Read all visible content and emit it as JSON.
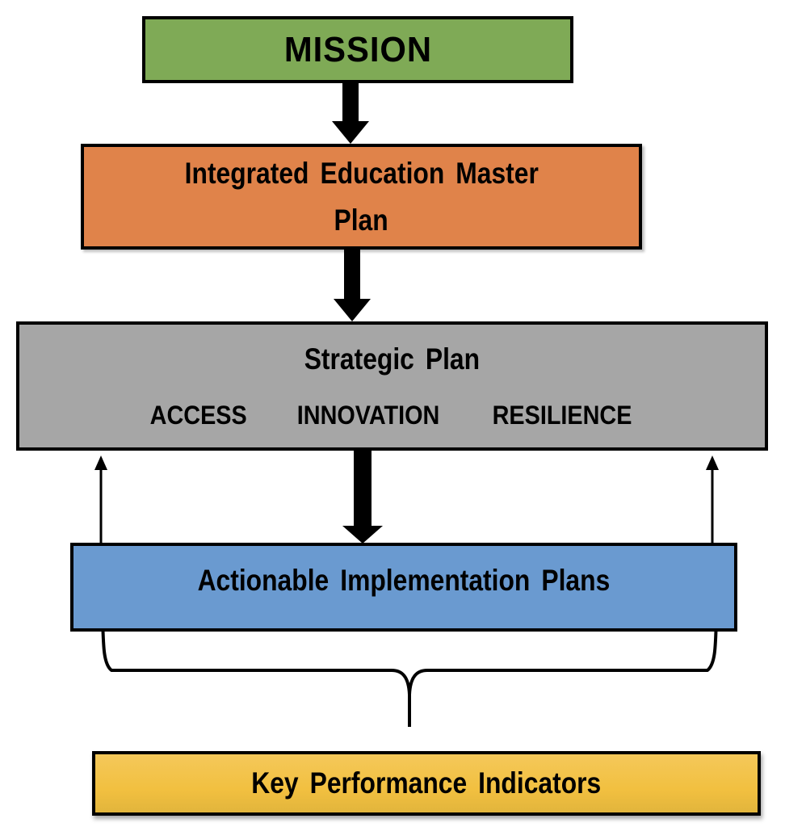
{
  "diagram": {
    "nodes": {
      "mission": {
        "label": "MISSION",
        "color": "#7faa56"
      },
      "iemp": {
        "line1": "Integrated Education Master",
        "line2": "Plan",
        "color": "#e0834a"
      },
      "strategic_plan": {
        "title": "Strategic Plan",
        "pillars": [
          "ACCESS",
          "INNOVATION",
          "RESILIENCE"
        ],
        "color": "#a6a6a6"
      },
      "aip": {
        "label": "Actionable Implementation Plans",
        "color": "#6a9ad0"
      },
      "kpi": {
        "label": "Key Performance Indicators",
        "color": "#f2c24a"
      }
    },
    "edges": [
      {
        "from": "MISSION",
        "to": "Integrated Education Master Plan",
        "style": "thick-arrow"
      },
      {
        "from": "Integrated Education Master Plan",
        "to": "Strategic Plan",
        "style": "thick-arrow"
      },
      {
        "from": "Strategic Plan",
        "to": "Actionable Implementation Plans",
        "style": "thick-arrow"
      },
      {
        "from": "Actionable Implementation Plans",
        "to": "Strategic Plan",
        "style": "thin-arrow-left"
      },
      {
        "from": "Actionable Implementation Plans",
        "to": "Strategic Plan",
        "style": "thin-arrow-right"
      },
      {
        "from": "Actionable Implementation Plans",
        "to": "Key Performance Indicators",
        "style": "curly-brace"
      }
    ]
  }
}
